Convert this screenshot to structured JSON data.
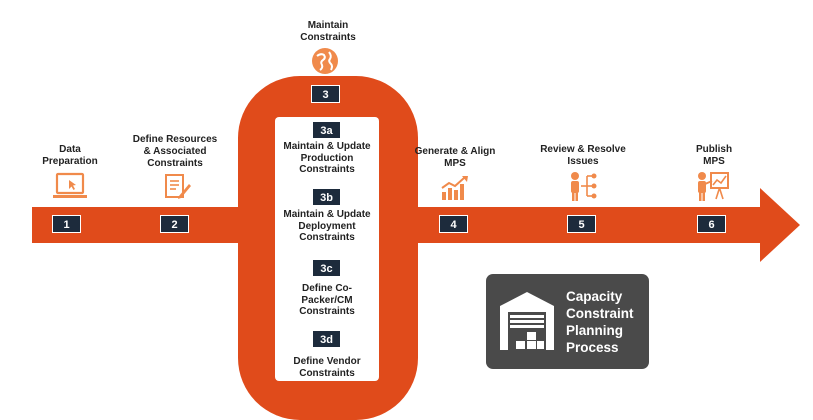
{
  "steps": [
    {
      "num": "1",
      "label": "Data\nPreparation",
      "icon": "laptop-cursor-icon"
    },
    {
      "num": "2",
      "label": "Define Resources\n& Associated\nConstraints",
      "icon": "document-pen-icon"
    },
    {
      "num": "3",
      "label": "Maintain\nConstraints",
      "icon": "globe-icon"
    },
    {
      "num": "4",
      "label": "Generate & Align\nMPS",
      "icon": "bar-chart-trend-icon"
    },
    {
      "num": "5",
      "label": "Review & Resolve\nIssues",
      "icon": "person-hierarchy-icon"
    },
    {
      "num": "6",
      "label": "Publish\nMPS",
      "icon": "presenter-board-icon"
    }
  ],
  "substeps": [
    {
      "num": "3a",
      "label": "Maintain & Update\nProduction\nConstraints"
    },
    {
      "num": "3b",
      "label": "Maintain & Update\nDeployment\nConstraints"
    },
    {
      "num": "3c",
      "label": "Define Co-\nPacker/CM\nConstraints"
    },
    {
      "num": "3d",
      "label": "Define Vendor\nConstraints"
    }
  ],
  "legend": {
    "title": "Capacity\nConstraint\nPlanning\nProcess",
    "icon": "warehouse-boxes-icon"
  },
  "colors": {
    "accent": "#e04b1b",
    "icon": "#f08a4b",
    "badge": "#1d2b3c",
    "legend_bg": "#4a4a4a"
  }
}
